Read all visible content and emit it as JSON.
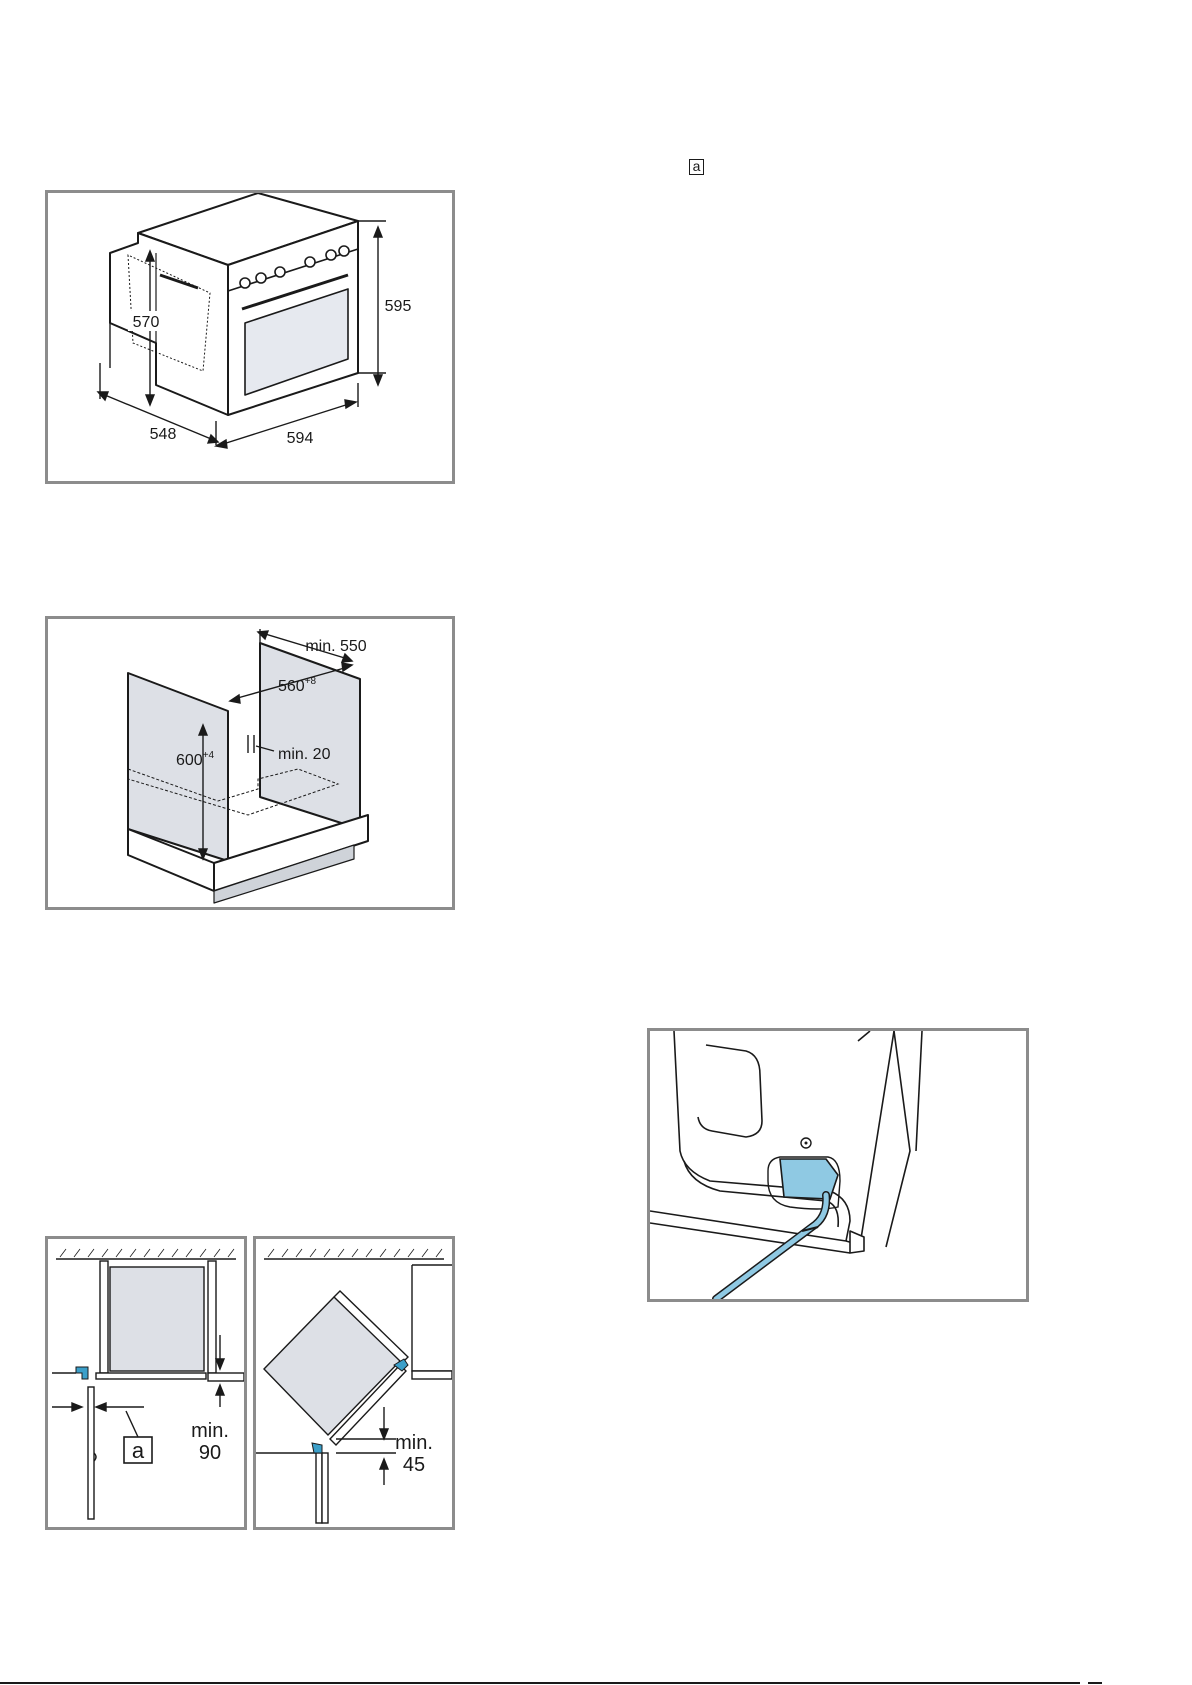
{
  "marker": {
    "a": "a"
  },
  "fig_oven_dimensions": {
    "depth": "570",
    "height": "595",
    "side_depth": "548",
    "width": "594"
  },
  "fig_cabinet_niche": {
    "depth_min": "min. 550",
    "niche_width": "560",
    "niche_width_tol": "+8",
    "niche_height": "600",
    "niche_height_tol": "+4",
    "gap_min": "min. 20"
  },
  "fig_corner_straight": {
    "callout": "a",
    "clearance_line1": "min.",
    "clearance_line2": "90"
  },
  "fig_corner_angled": {
    "clearance_line1": "min.",
    "clearance_line2": "45"
  },
  "colors": {
    "frame": "#8c8c8c",
    "panel_fill": "#dde0e6",
    "accent_blue": "#3b9fc9",
    "cable_blue": "#8fc9e3"
  }
}
